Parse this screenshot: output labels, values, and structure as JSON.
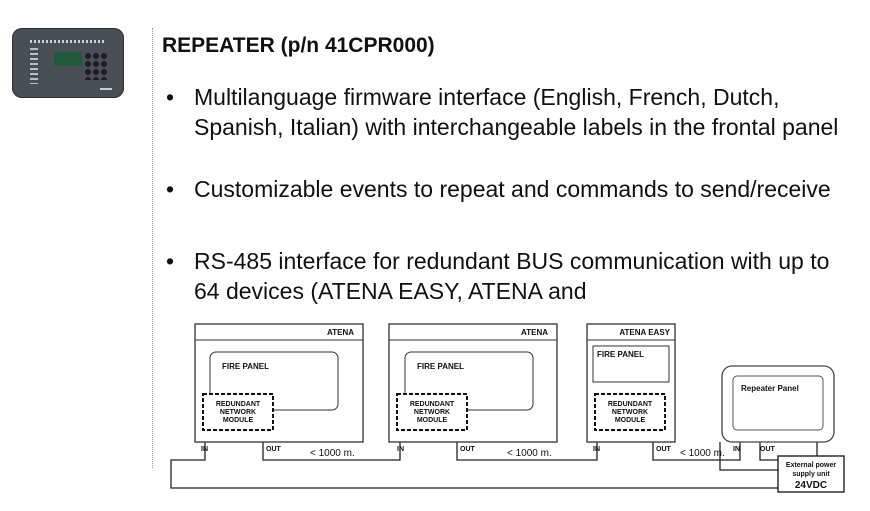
{
  "slide": {
    "title": "REPEATER (p/n 41CPR000)",
    "bullets": [
      "Multilanguage firmware interface (English, French, Dutch, Spanish, Italian) with interchangeable labels in the frontal panel",
      "Customizable events to repeat and commands to send/receive",
      "RS-485 interface for redundant BUS communication with up to 64 devices (ATENA EASY, ATENA and"
    ]
  },
  "diagram": {
    "panels": [
      {
        "brand": "ATENA",
        "screen": "FIRE PANEL",
        "module": [
          "REDUNDANT",
          "NETWORK",
          "MODULE"
        ],
        "in": "IN",
        "out": "OUT"
      },
      {
        "brand": "ATENA",
        "screen": "FIRE PANEL",
        "module": [
          "REDUNDANT",
          "NETWORK",
          "MODULE"
        ],
        "in": "IN",
        "out": "OUT"
      },
      {
        "brand": "ATENA EASY",
        "screen": "FIRE PANEL",
        "module": [
          "REDUNDANT",
          "NETWORK",
          "MODULE"
        ],
        "in": "IN",
        "out": "OUT"
      }
    ],
    "distance": "< 1000 m.",
    "repeater": {
      "label": "Repeater Panel",
      "in": "IN",
      "out": "OUT"
    },
    "psu": {
      "line1": "External power",
      "line2": "supply unit",
      "line3": "24VDC"
    }
  }
}
